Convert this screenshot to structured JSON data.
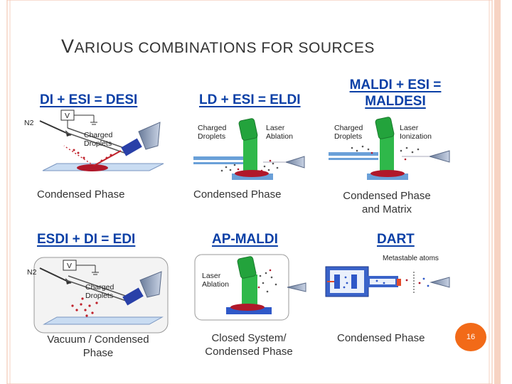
{
  "slide": {
    "title_first_letter": "V",
    "title_rest": "ARIOUS COMBINATIONS FOR SOURCES",
    "page_number": "16"
  },
  "panels": [
    {
      "title": "DI + ESI = DESI",
      "labels": [
        "N2",
        "V",
        "Charged",
        "Droplets"
      ],
      "caption": "Condensed Phase"
    },
    {
      "title": "LD + ESI = ELDI",
      "labels": [
        "Charged",
        "Droplets",
        "Laser",
        "Ablation"
      ],
      "caption": "Condensed Phase"
    },
    {
      "title_line1": "MALDI + ESI =",
      "title_line2": "MALDESI",
      "labels": [
        "Charged",
        "Droplets",
        "Laser",
        "Ionization"
      ],
      "caption_line1": "Condensed Phase",
      "caption_line2": "and Matrix"
    },
    {
      "title": "ESDI + DI = EDI",
      "labels": [
        "N2",
        "V",
        "Charged",
        "Droplets"
      ],
      "caption_line1": "Vacuum / Condensed",
      "caption_line2": "Phase"
    },
    {
      "title": "AP-MALDI",
      "labels": [
        "Laser",
        "Ablation"
      ],
      "caption_line1": "Closed System/",
      "caption_line2": "Condensed Phase"
    },
    {
      "title": "DART",
      "labels": [
        "Metastable atoms"
      ],
      "caption": "Condensed Phase"
    }
  ],
  "colors": {
    "frame": "#f4c7b3",
    "title_blue": "#0a3fa6",
    "laser_green": "#2fb84a",
    "sample_red": "#b0182a",
    "badge": "#f26a18"
  }
}
